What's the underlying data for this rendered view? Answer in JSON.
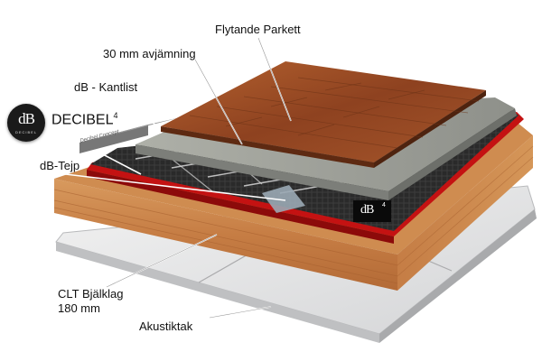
{
  "labels": {
    "parkett": "Flytande Parkett",
    "avjamning": "30 mm avjämning",
    "kantlist": "dB - Kantlist",
    "tejp": "dB-Tejp",
    "clt_line1": "CLT Bjälklag",
    "clt_line2": "180 mm",
    "akustiktak": "Akustiktak"
  },
  "brand": {
    "name": "DECIBEL",
    "superscript": "4",
    "logo_mark": "dB",
    "logo_sub": "DECIBEL",
    "side_print": "Decibel Concept"
  },
  "colors": {
    "parquet": "#9a4a24",
    "screed": "#9c9d96",
    "mat": "#2b2b2b",
    "rubber": "#c41212",
    "clt": "#c8844a",
    "ceiling": "#e2e3e4"
  }
}
